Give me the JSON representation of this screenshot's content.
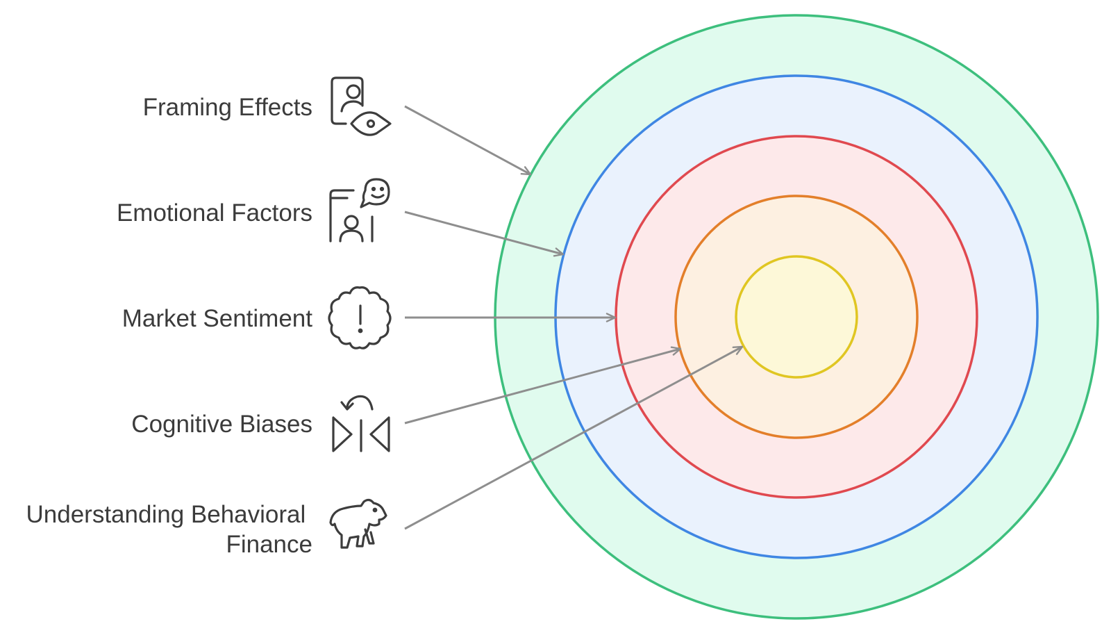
{
  "layers": [
    {
      "id": "framing-effects",
      "label_lines": [
        "Framing Effects"
      ],
      "icon": "person-eye-icon",
      "stroke": "#3dbf7d",
      "fill": "#e0fbee"
    },
    {
      "id": "emotional-factors",
      "label_lines": [
        "Emotional Factors"
      ],
      "icon": "emotion-chat-icon",
      "stroke": "#3f86e3",
      "fill": "#eaf2fd"
    },
    {
      "id": "market-sentiment",
      "label_lines": [
        "Market Sentiment"
      ],
      "icon": "cloud-alert-icon",
      "stroke": "#e0494f",
      "fill": "#fde9ea"
    },
    {
      "id": "cognitive-biases",
      "label_lines": [
        "Cognitive Biases"
      ],
      "icon": "flip-triangles-icon",
      "stroke": "#e37f2a",
      "fill": "#fdf0e1"
    },
    {
      "id": "understanding-behavioral-finance",
      "label_lines": [
        "Understanding Behavioral",
        "Finance"
      ],
      "icon": "bear-icon",
      "stroke": "#e0c622",
      "fill": "#fdf8d8"
    }
  ],
  "colors": {
    "text": "#3b3b3b",
    "icon": "#3d3d3d",
    "arrow": "#8e8e8e"
  }
}
